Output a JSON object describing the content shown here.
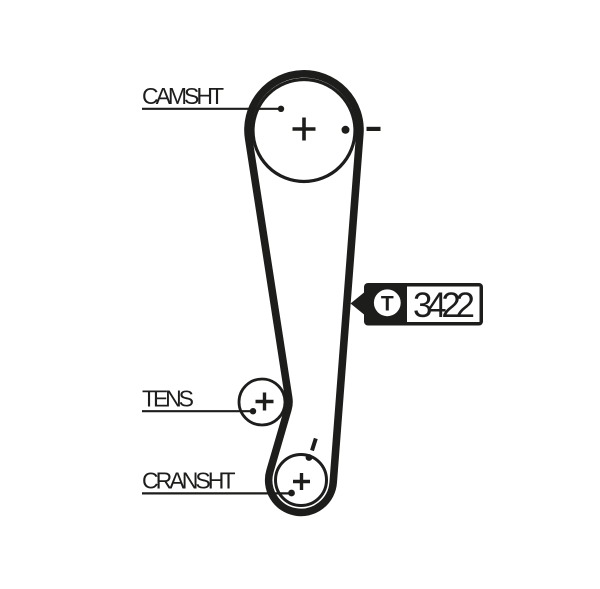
{
  "diagram": {
    "type": "timing-belt-routing-diagram",
    "background_color": "#ffffff",
    "ink_color": "#1d1d1b",
    "labels": {
      "camshaft": "CAMSHT",
      "tensioner": "TENS",
      "crankshaft": "CRANSHT"
    },
    "badge": {
      "brand_letter": "T",
      "part_number": "3422"
    },
    "marks": {
      "camshaft_center": "+",
      "tensioner_center": "+",
      "crankshaft_center": "+",
      "camshaft_direction": "-",
      "camshaft_index": "dot",
      "crankshaft_index": "dot",
      "crankshaft_timing_tick": "/"
    }
  }
}
